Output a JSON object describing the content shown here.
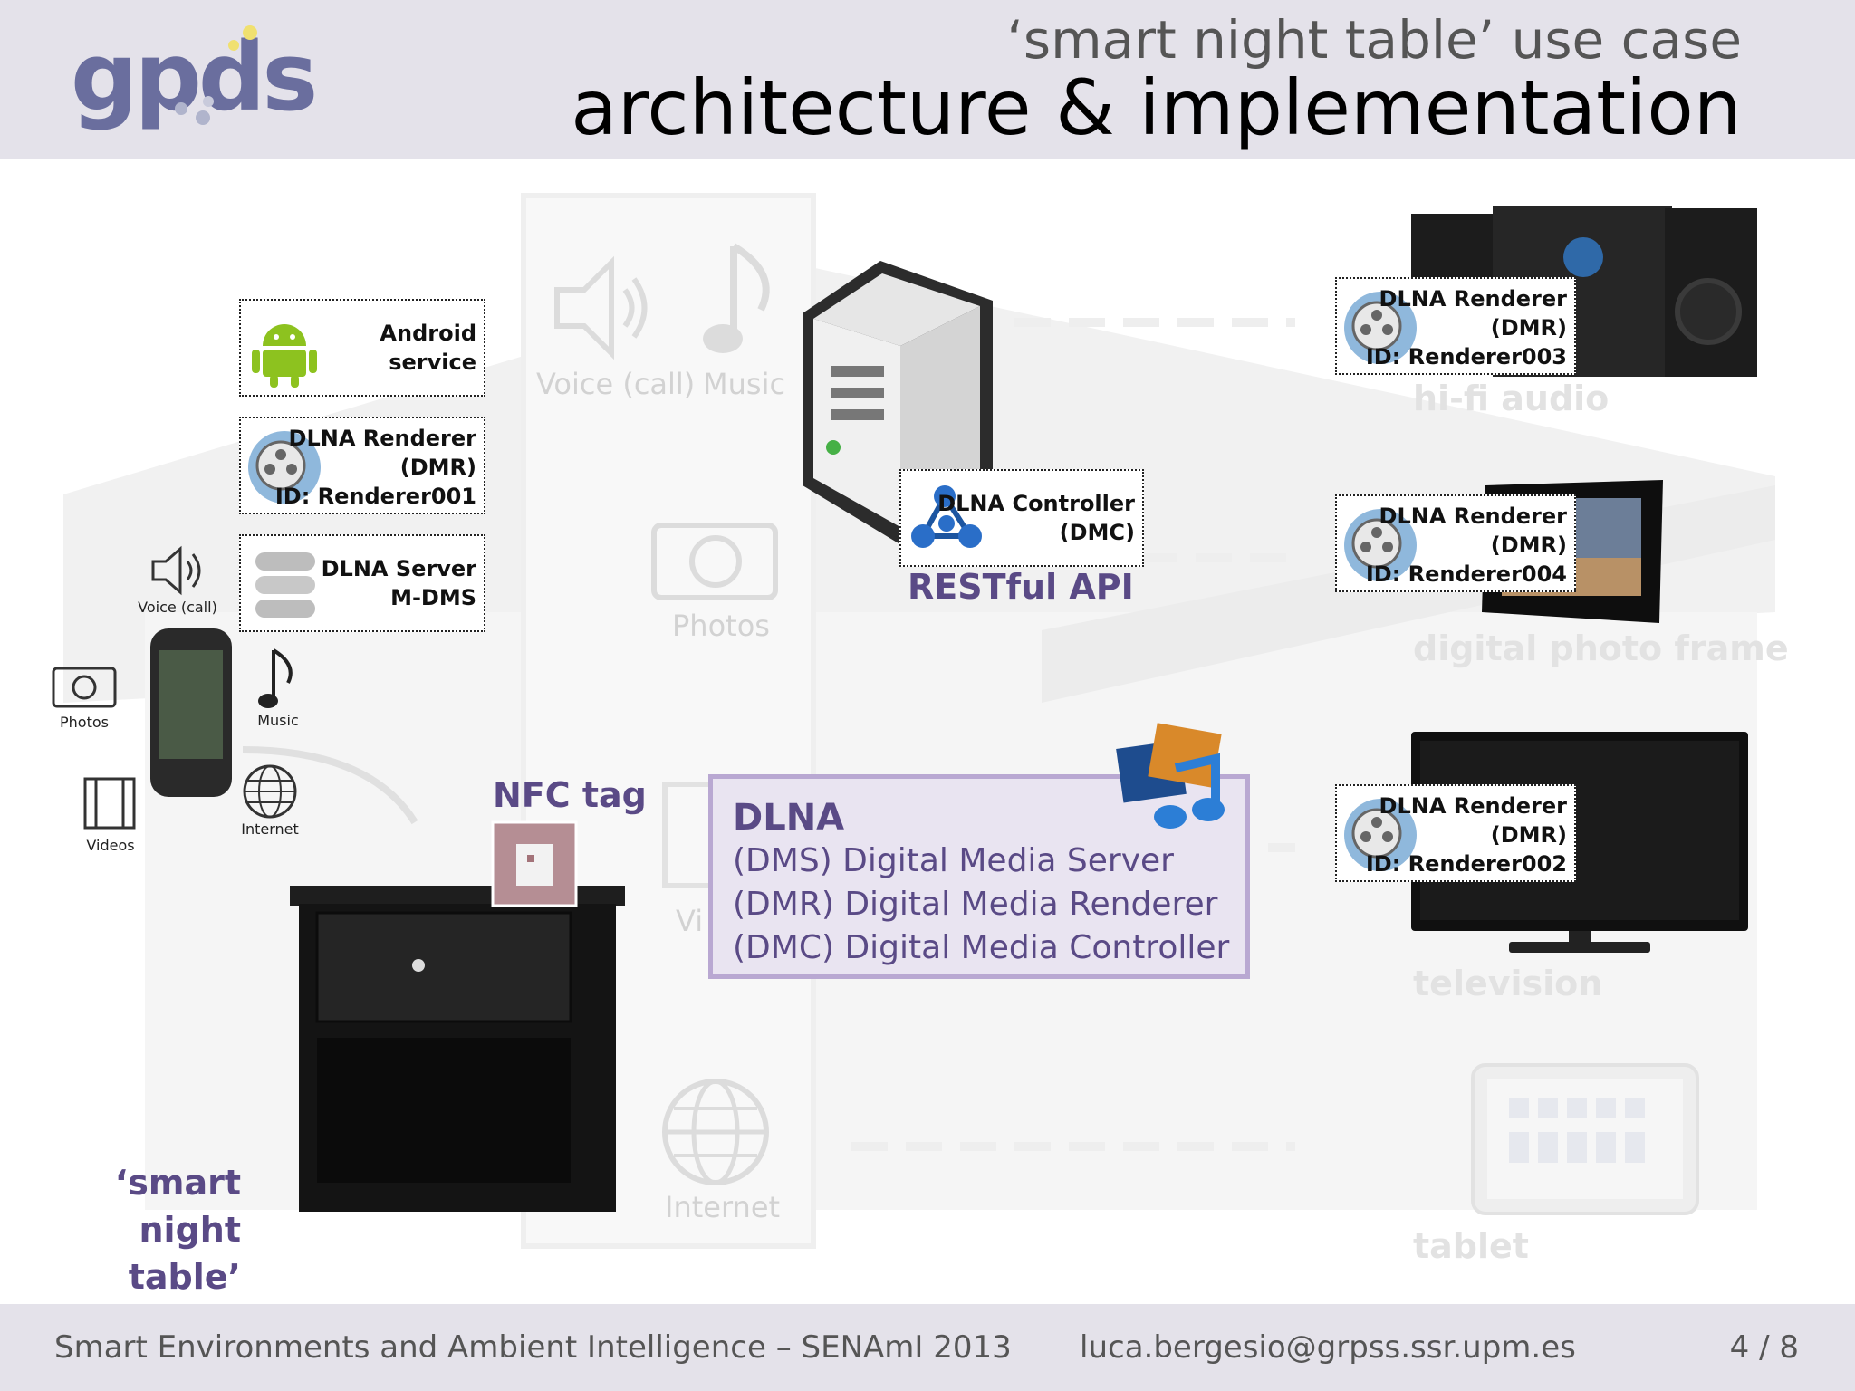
{
  "header": {
    "logo": "gpds",
    "subtitle": "‘smart night table’ use case",
    "title": "architecture & implementation"
  },
  "service_boxes": {
    "android": "Android\nservice",
    "renderer001": "DLNA Renderer\n(DMR)\nID: Renderer001",
    "server": "DLNA Server\nM-DMS",
    "controller": "DLNA Controller\n(DMC)"
  },
  "phone_icons": {
    "voice": "Voice (call)",
    "photos": "Photos",
    "music": "Music",
    "videos": "Videos",
    "internet": "Internet"
  },
  "faint_labels": {
    "voice": "Voice (call)",
    "music": "Music",
    "photos": "Photos",
    "videos": "Vi",
    "internet": "Internet"
  },
  "restful_api": "RESTful API",
  "nfc_tag": "NFC tag",
  "night_table_label": "‘smart\nnight table’",
  "dlna_box": {
    "title": "DLNA",
    "line1": "(DMS) Digital Media Server",
    "line2": "(DMR) Digital Media Renderer",
    "line3": "(DMC) Digital Media Controller"
  },
  "renderers": [
    {
      "text": "DLNA Renderer\n(DMR)\nID: Renderer003",
      "device": "hi-fi audio"
    },
    {
      "text": "DLNA Renderer\n(DMR)\nID: Renderer004",
      "device": "digital photo frame"
    },
    {
      "text": "DLNA Renderer\n(DMR)\nID: Renderer002",
      "device": "television"
    }
  ],
  "tablet_label": "tablet",
  "footer": {
    "event": "Smart Environments and Ambient Intelligence – SENAmI 2013",
    "email": "luca.bergesio@grpss.ssr.upm.es",
    "page": "4 / 8"
  },
  "colors": {
    "header_bg": "#e4e2ea",
    "accent_purple": "#5a4a86",
    "dlna_box_bg": "#e9e4f1",
    "dlna_box_border": "#b9a8d2"
  }
}
